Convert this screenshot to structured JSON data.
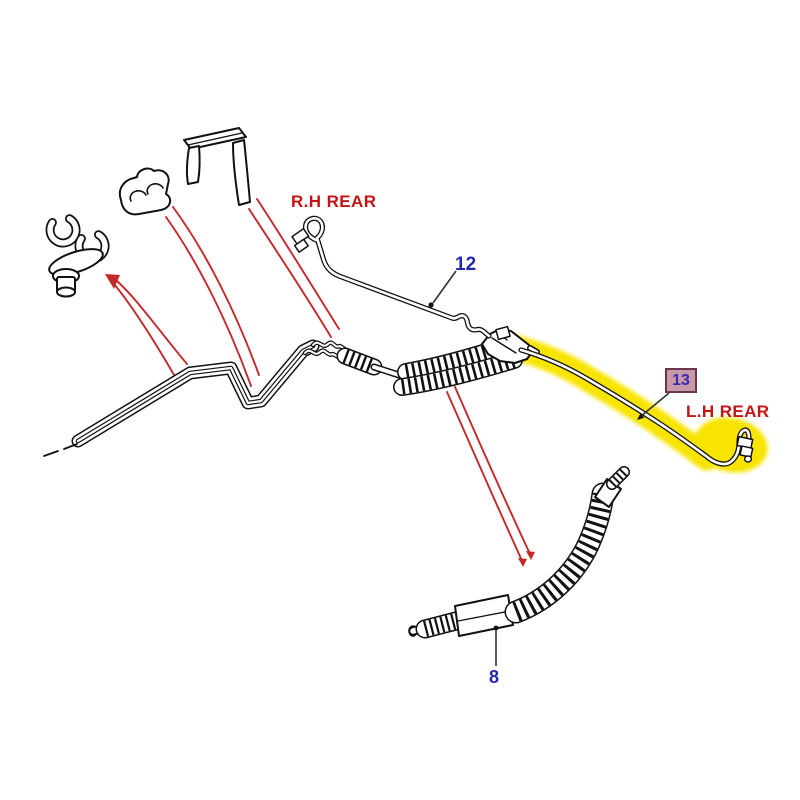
{
  "diagram": {
    "type": "exploded-parts-illustration",
    "background": "#ffffff",
    "line_color": "#111111",
    "leader_color": "#c62828",
    "highlight_color": "#f7e400",
    "annotations": [
      {
        "text": "R.H REAR",
        "color": "#c41414"
      },
      {
        "text": "L.H REAR",
        "color": "#c41414"
      }
    ],
    "callouts": [
      {
        "id": "12",
        "label": "12",
        "color": "#2626b0",
        "selected": false
      },
      {
        "id": "13",
        "label": "13",
        "color": "#3a28b4",
        "selected": true,
        "box_bg": "#c79aa9",
        "box_border": "#6d3648"
      },
      {
        "id": "8",
        "label": "8",
        "color": "#2626b0",
        "selected": false
      }
    ],
    "parts": [
      {
        "name": "double-pipe-clip-with-stud"
      },
      {
        "name": "saddle-clamp"
      },
      {
        "name": "u-bracket"
      },
      {
        "name": "rh-rear-brake-pipe",
        "callout": "12"
      },
      {
        "name": "lh-rear-brake-pipe-highlighted",
        "callout": "13"
      },
      {
        "name": "flexible-brake-hose",
        "callout": "8"
      }
    ]
  }
}
